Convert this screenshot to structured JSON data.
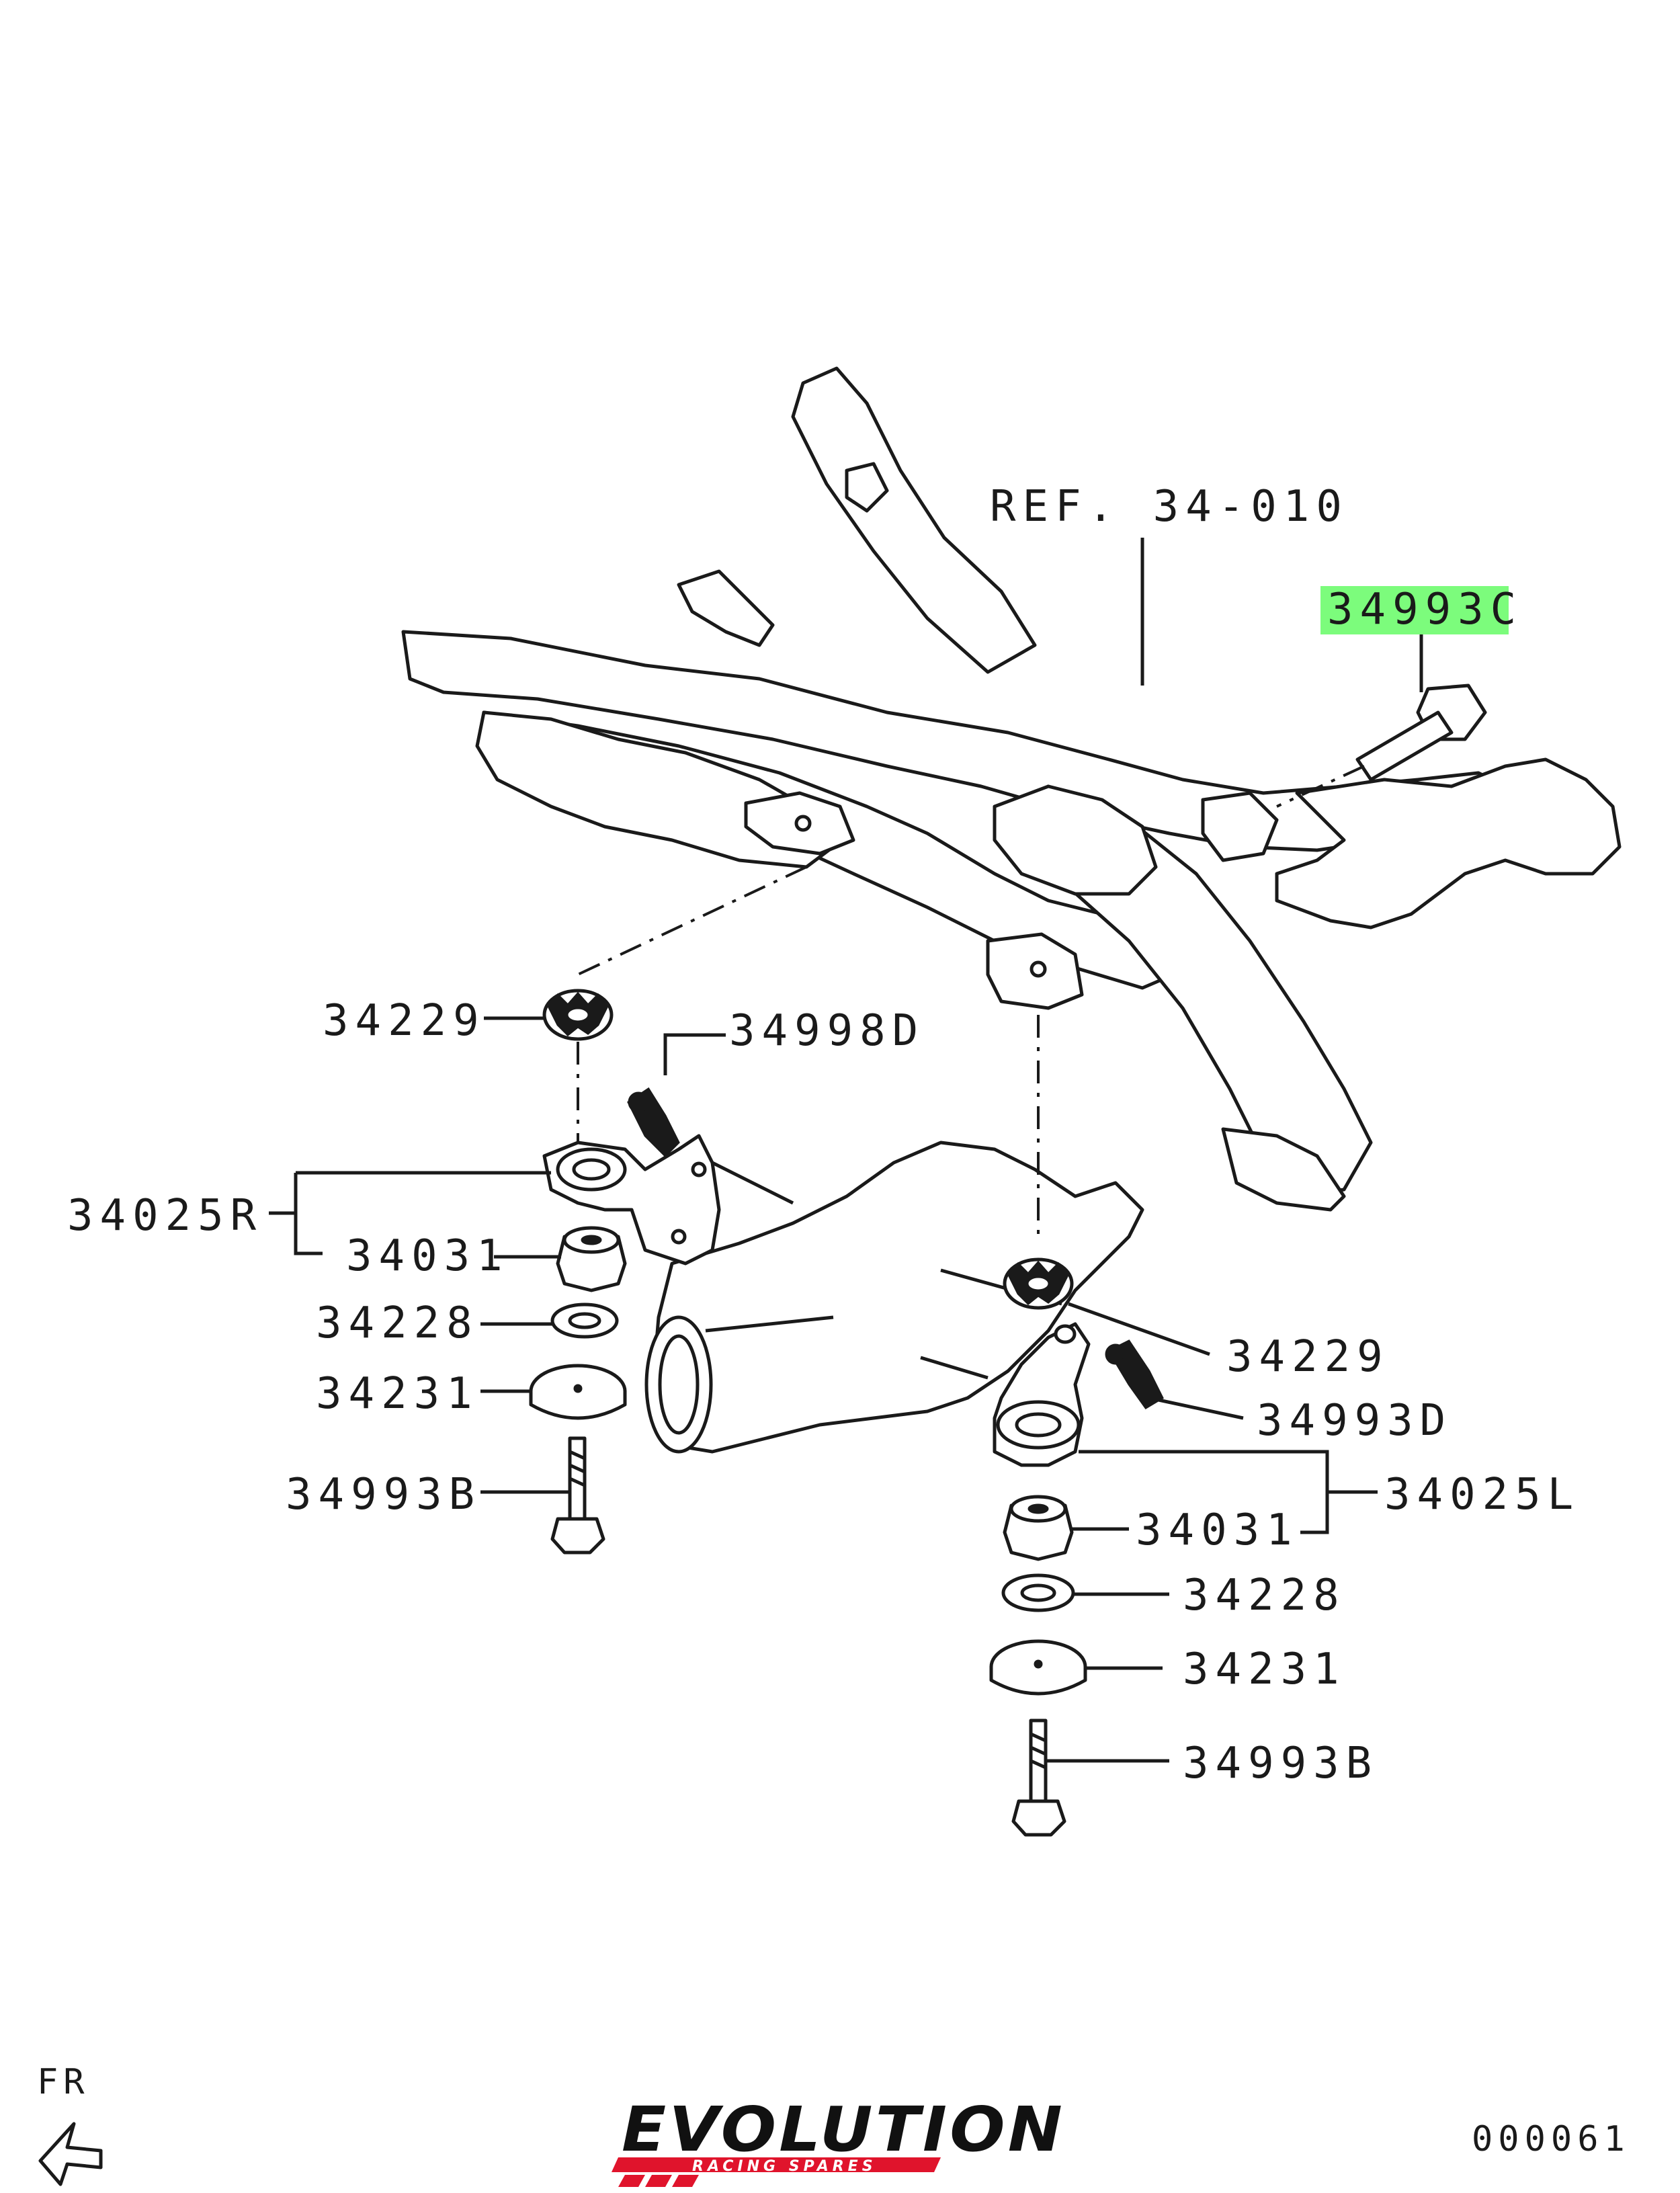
{
  "diagram": {
    "ref_label": "REF. 34-010",
    "highlight_color": "#7CFC7C",
    "callouts": {
      "bolt_top": "34993C",
      "stopper_r": "34229",
      "bolt_d_r": "34998D",
      "mount_r": "34025R",
      "bush_r": "34031",
      "washer_r": "34228",
      "plate_r": "34231",
      "bolt_b_r": "34993B",
      "stopper_l": "34229",
      "bolt_d_l": "34993D",
      "mount_l": "34025L",
      "bush_l": "34031",
      "washer_l": "34228",
      "plate_l": "34231",
      "bolt_b_l": "34993B"
    },
    "direction_label": "FR",
    "figure_code": "000061"
  },
  "logo": {
    "name": "EVOLUTION",
    "tagline": "RACING SPARES",
    "accent_color": "#e0142c"
  }
}
